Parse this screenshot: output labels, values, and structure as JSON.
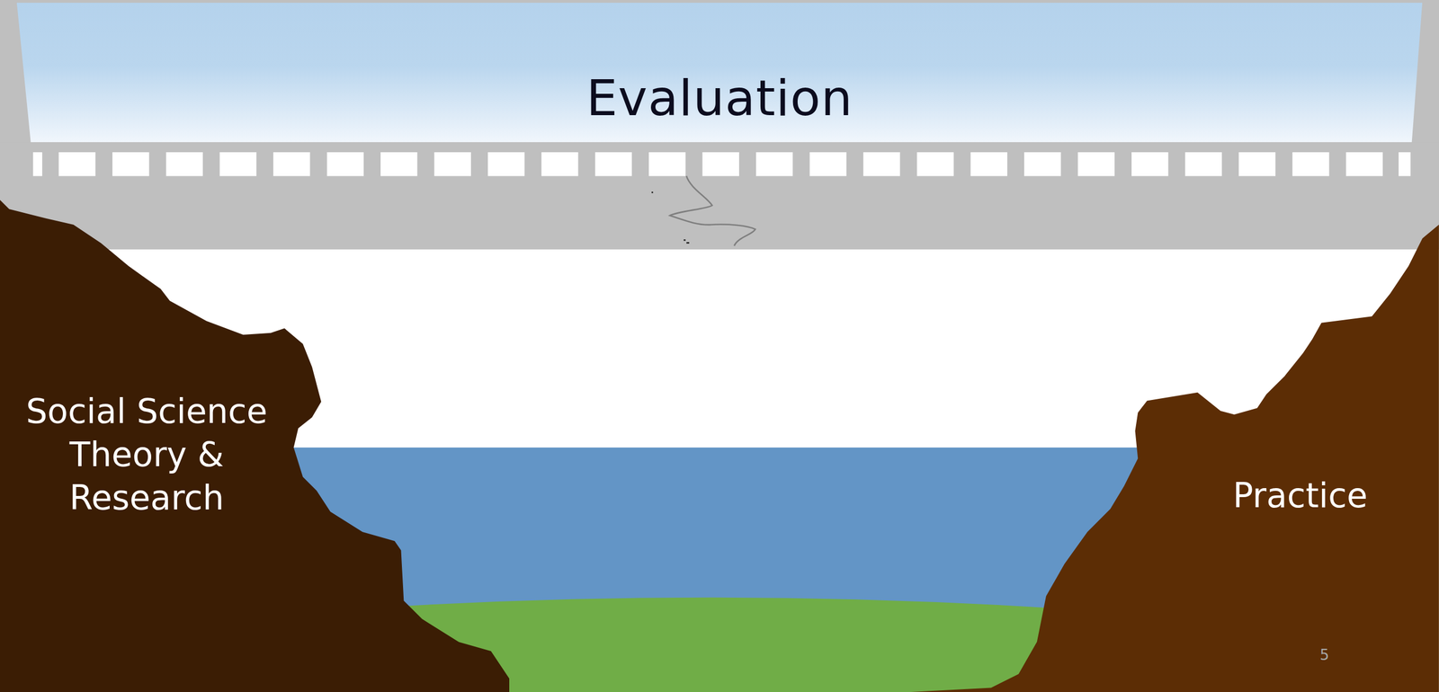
{
  "diagram": {
    "nodes": [
      {
        "text": [
          "Evaluation"
        ]
      },
      {
        "text": [
          "Social Science Theory & Research"
        ]
      },
      {
        "text": [
          "Practice"
        ]
      }
    ],
    "labels": [
      "5"
    ]
  }
}
